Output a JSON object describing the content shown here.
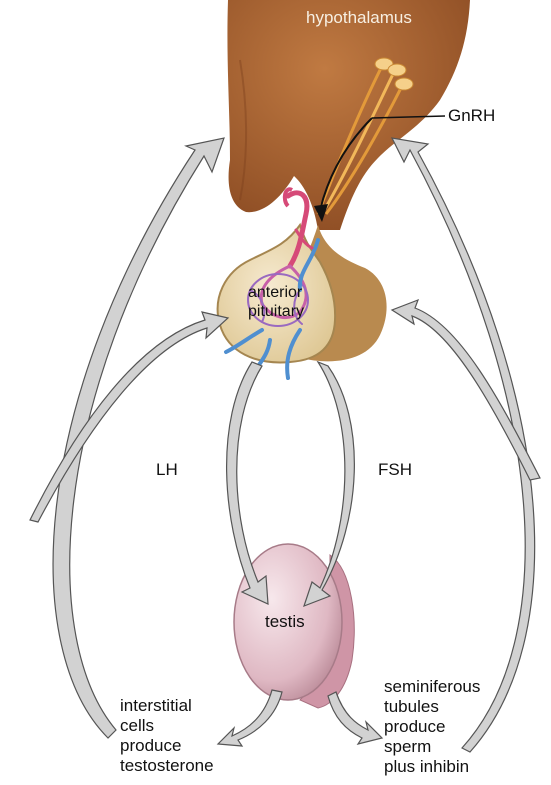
{
  "labels": {
    "hypothalamus": "hypothalamus",
    "gnrh": "GnRH",
    "anterior_pituitary": [
      "anterior",
      "pituitary"
    ],
    "lh": "LH",
    "fsh": "FSH",
    "testis": "testis",
    "interstitial": [
      "interstitial",
      "cells",
      "produce",
      "testosterone"
    ],
    "seminiferous": [
      "seminiferous",
      "tubules",
      "produce",
      "sperm",
      "plus inhibin"
    ]
  },
  "colors": {
    "hypothalamus": "#a8602f",
    "pituitary_posterior": "#b98a4f",
    "pituitary_anterior": "#ead8a8",
    "vessel_red": "#d64a78",
    "vessel_blue": "#4f8fd0",
    "neuron": "#f2b85a",
    "arrow_fill": "#d2d2d2",
    "arrow_stroke": "#555555",
    "testis": "#e7c7cf"
  }
}
